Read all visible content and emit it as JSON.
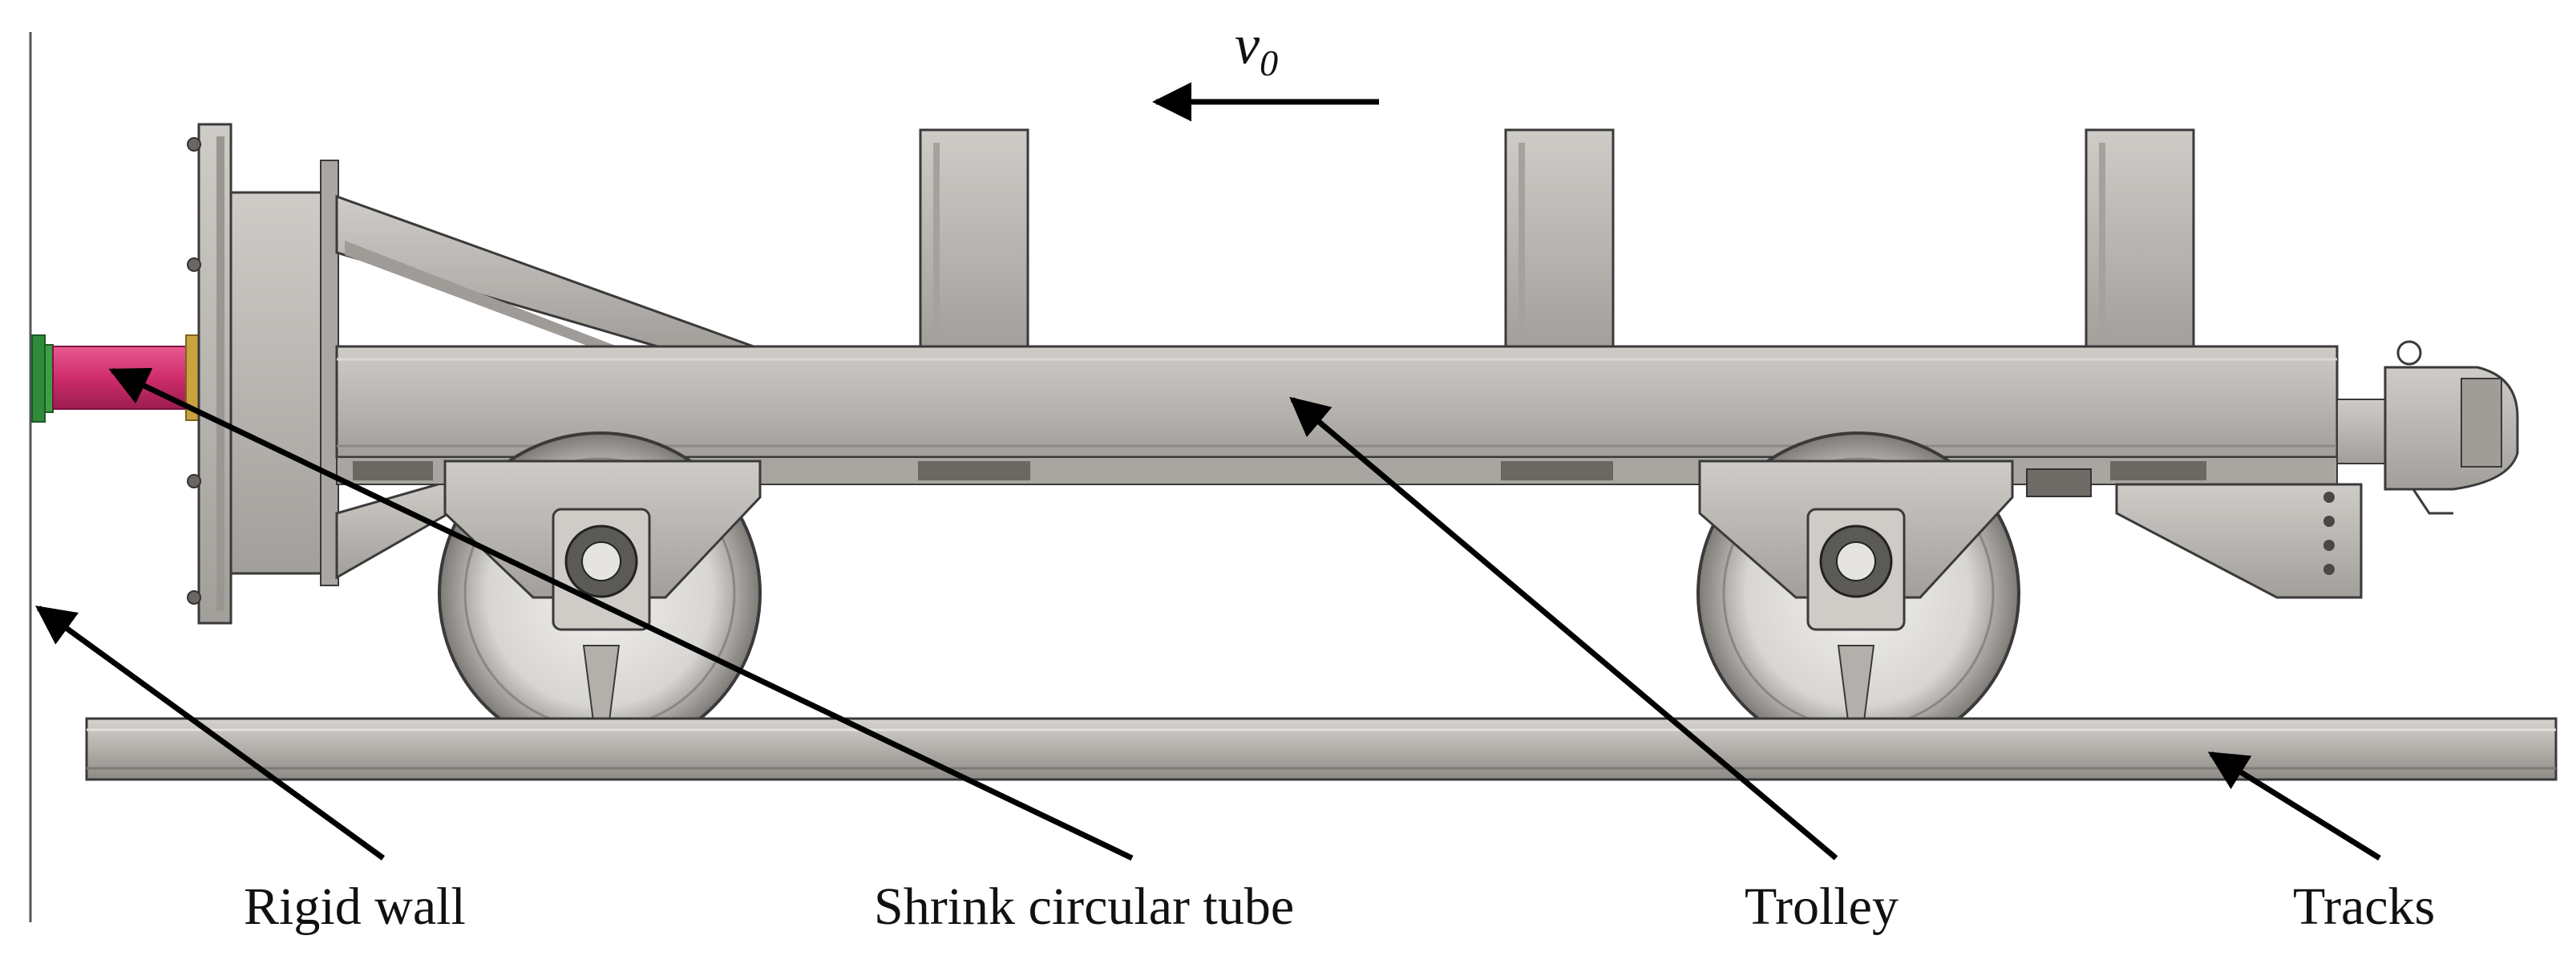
{
  "labels": {
    "rigid_wall": "Rigid wall",
    "shrink_tube": "Shrink circular tube",
    "trolley": "Trolley",
    "tracks": "Tracks",
    "velocity_symbol": "v",
    "velocity_subscript": "0"
  },
  "colors": {
    "steel_body": "#b9b6b2",
    "steel_shadow": "#8f8c88",
    "steel_dark": "#5c5a57",
    "outline": "#3a3a3a",
    "tube": "#cf2d6b",
    "wall_plate": "#2f8a3a",
    "brass_flange": "#c9a33e",
    "arrow": "#000000"
  },
  "icons": {
    "velocity_arrow": "left-arrow",
    "pointer_arrows": "leader-arrow"
  }
}
